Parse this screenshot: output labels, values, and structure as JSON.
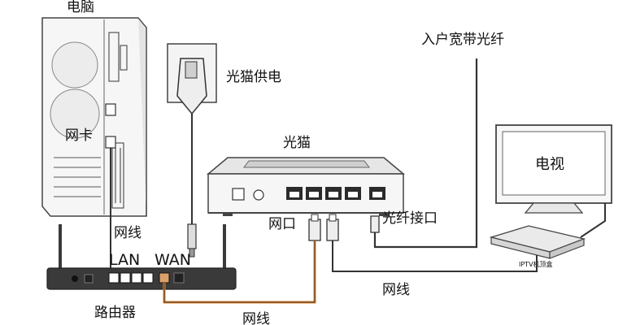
{
  "labels": {
    "computer": "电脑",
    "network_card": "网卡",
    "cable_pc": "网线",
    "lan": "LAN",
    "wan": "WAN",
    "router": "路由器",
    "cable_router_wan": "网线",
    "modem_power": "光猫供电",
    "optical_modem": "光猫",
    "lan_port": "网口",
    "fiber_port": "光纤接口",
    "broadband_fiber": "入户宽带光纤",
    "tv": "电视",
    "cable_iptv": "网线",
    "iptv_box": "IPTV机顶盒"
  },
  "colors": {
    "line": "#333333",
    "device_fill": "#f4f4f4",
    "device_stroke": "#444444",
    "router_body": "#3a3a3a",
    "highlight_cable": "#e8852a",
    "highlight_port": "#d9a06a"
  },
  "icons": {
    "power_adapter": "power-adapter-icon",
    "rj45_plug": "rj45-plug-icon",
    "fiber_plug": "fiber-plug-icon"
  }
}
